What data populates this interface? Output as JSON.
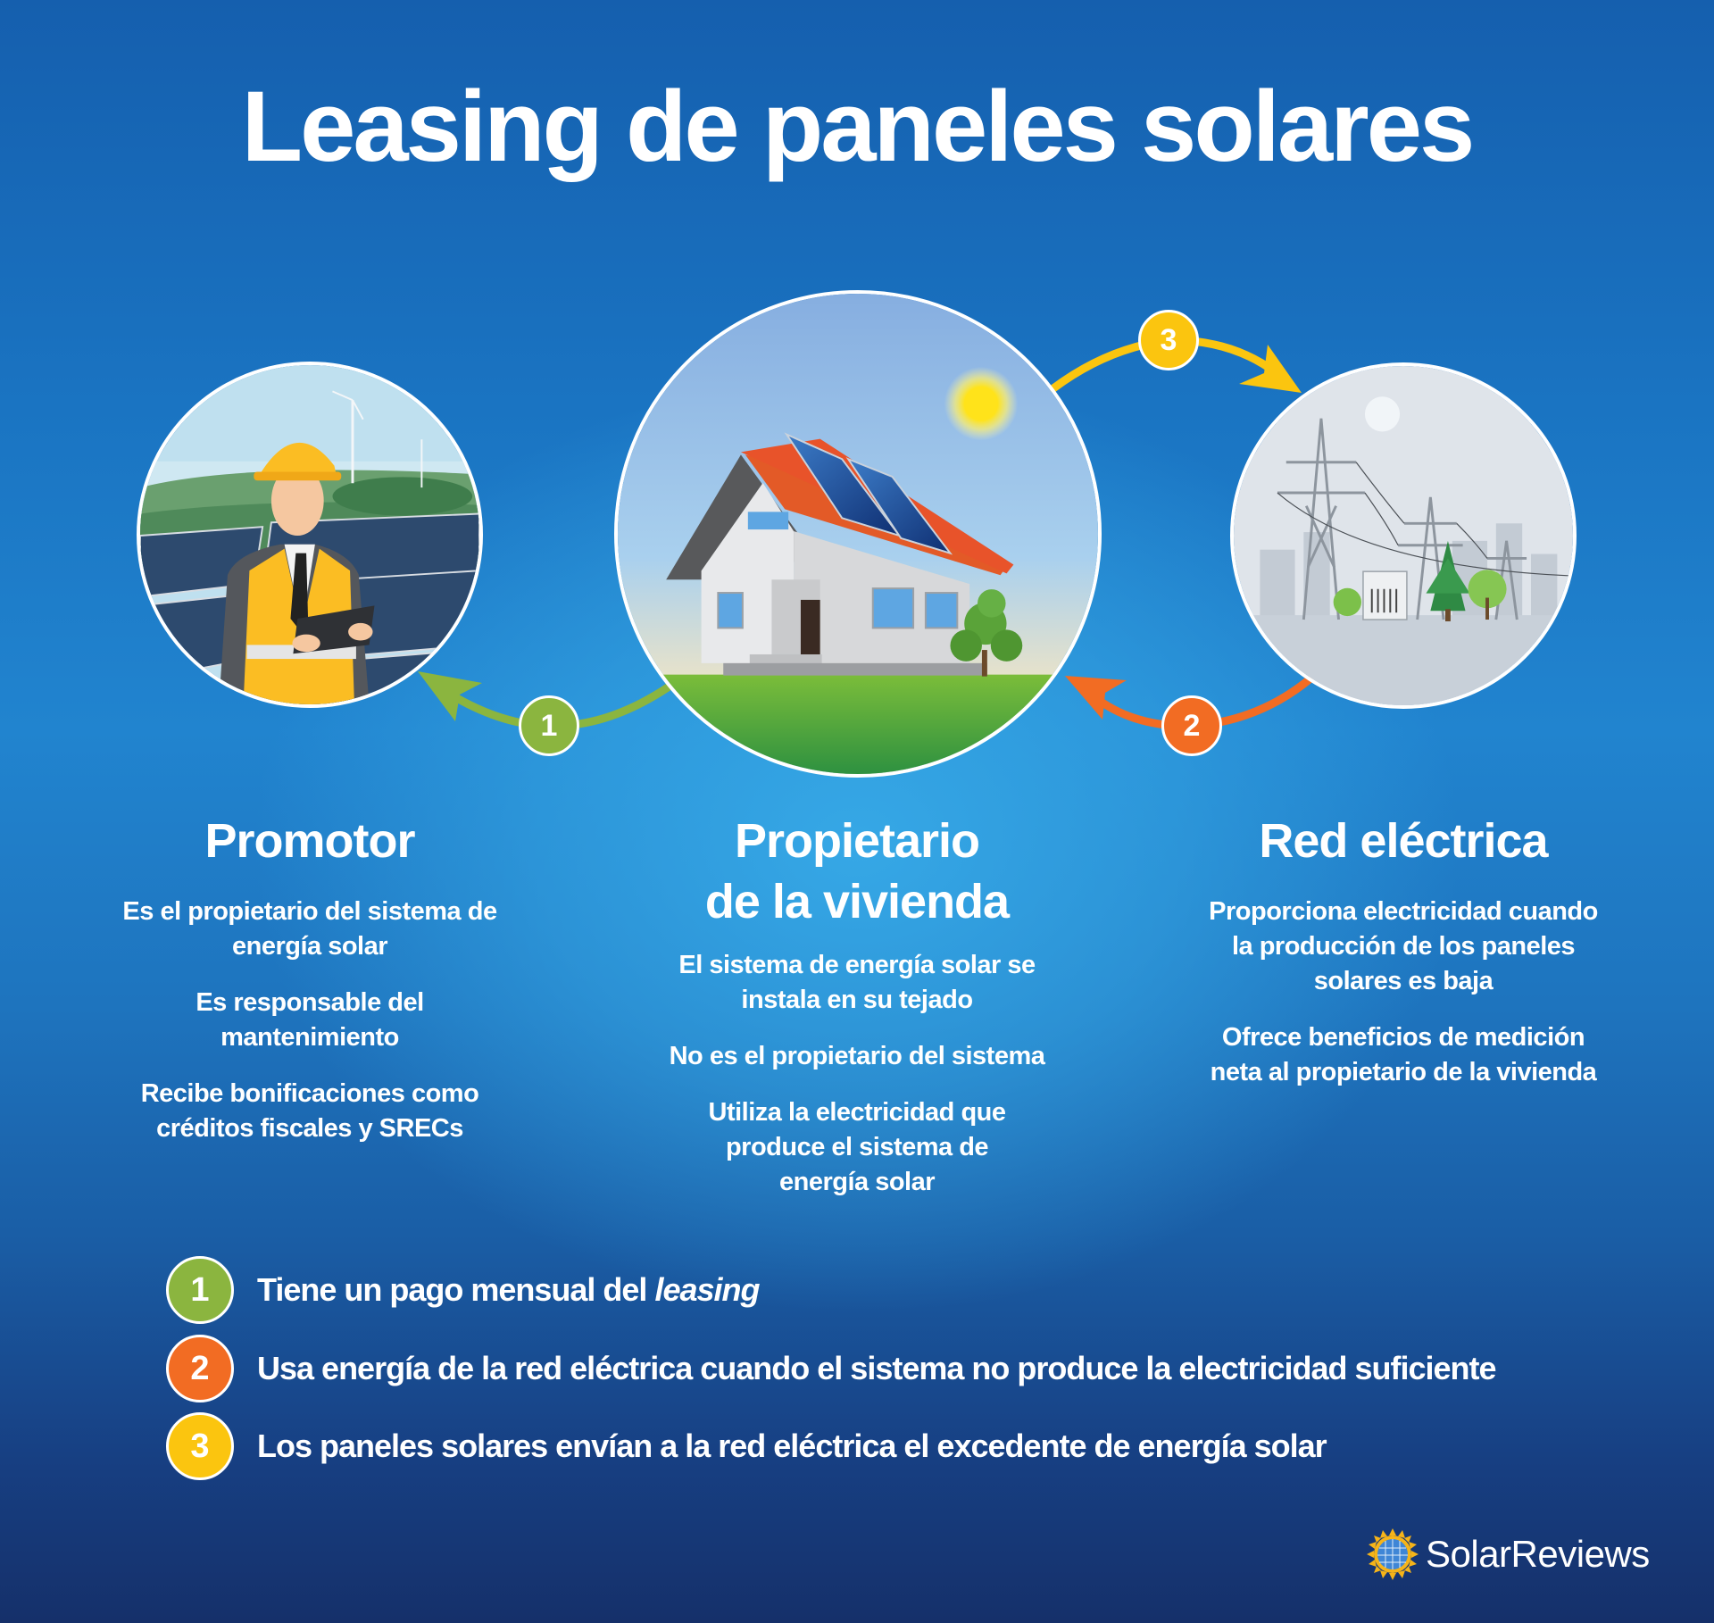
{
  "title": "Leasing de paneles solares",
  "colors": {
    "background_top": "#155fae",
    "background_center": "#36a8e6",
    "background_bottom": "#15306a",
    "step1_green": "#8bb53f",
    "step2_orange": "#f26c23",
    "step3_yellow": "#fbc50f",
    "text": "#ffffff"
  },
  "nodes": [
    {
      "id": "promotor",
      "heading": "Promotor",
      "illustration": "engineer-with-tablet-in-solar-farm",
      "points": [
        "Es el propietario del sistema de energía solar",
        "Es responsable del mantenimiento",
        "Recibe bonificaciones como créditos fiscales y SRECs"
      ]
    },
    {
      "id": "propietario",
      "heading_line1": "Propietario",
      "heading_line2": "de la vivienda",
      "illustration": "house-with-rooftop-solar-panels",
      "points": [
        "El sistema de energía solar se instala en su tejado",
        "No es el propietario del sistema",
        "Utiliza la electricidad que produce el sistema de energía solar"
      ]
    },
    {
      "id": "red",
      "heading": "Red eléctrica",
      "illustration": "power-transmission-towers",
      "points": [
        "Proporciona electricidad cuando la producción de los paneles solares es baja",
        "Ofrece beneficios de medición neta al propietario de la vivienda"
      ]
    }
  ],
  "flows": [
    {
      "number": "1",
      "from": "propietario",
      "to": "promotor",
      "color": "#8bb53f"
    },
    {
      "number": "2",
      "from": "red",
      "to": "propietario",
      "color": "#f26c23"
    },
    {
      "number": "3",
      "from": "propietario",
      "to": "red",
      "color": "#fbc50f"
    }
  ],
  "legend": [
    {
      "number": "1",
      "text": "Tiene un pago mensual del ",
      "text_italic": "leasing",
      "color": "#8bb53f"
    },
    {
      "number": "2",
      "text": "Usa energía de la red eléctrica cuando el sistema no produce la electricidad suficiente",
      "color": "#f26c23"
    },
    {
      "number": "3",
      "text": "Los paneles solares envían a la red eléctrica el excedente de energía solar",
      "color": "#fbc50f"
    }
  ],
  "brand": {
    "name": "SolarReviews",
    "icon": "sun-solar-panel-icon"
  }
}
